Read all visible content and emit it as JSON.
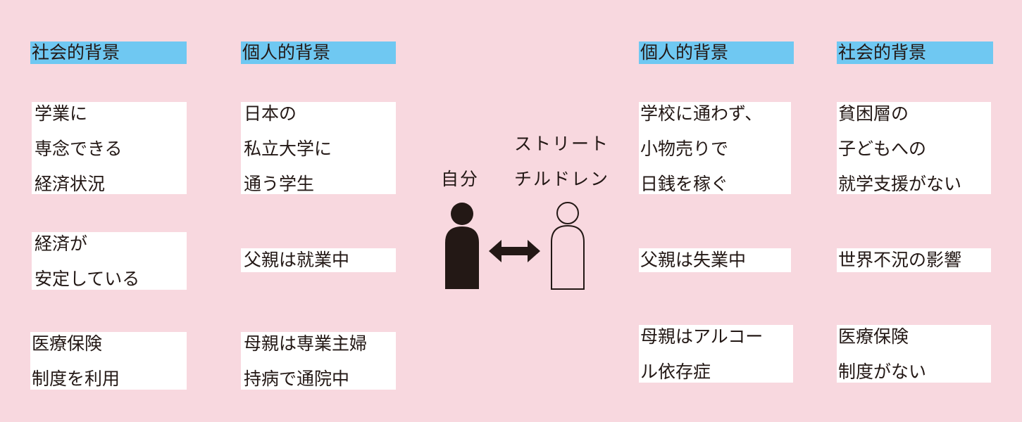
{
  "left": {
    "social_header": "社会的背景",
    "personal_header": "個人的背景",
    "social_items": [
      [
        "学業に",
        "専念できる",
        "経済状況"
      ],
      [
        "経済が",
        "安定している"
      ],
      [
        "医療保険",
        "制度を利用"
      ]
    ],
    "personal_items": [
      [
        "日本の",
        "私立大学に",
        "通う学生"
      ],
      [
        "父親は就業中"
      ],
      [
        "母親は専業主婦",
        "持病で通院中"
      ]
    ]
  },
  "center": {
    "self_label": "自分",
    "street_children_label": [
      "ストリート",
      "チルドレン"
    ],
    "self_color": "#231815",
    "other_outline_color": "#231815"
  },
  "right": {
    "personal_header": "個人的背景",
    "social_header": "社会的背景",
    "personal_items": [
      [
        "学校に通わず、",
        "小物売りで",
        "日銭を稼ぐ"
      ],
      [
        "父親は失業中"
      ],
      [
        "母親はアルコー",
        "ル依存症"
      ]
    ],
    "social_items": [
      [
        "貧困層の",
        "子どもへの",
        "就学支援がない"
      ],
      [
        "世界不況の影響"
      ],
      [
        "医療保険",
        "制度がない"
      ]
    ]
  },
  "colors": {
    "background": "#f8d8df",
    "header": "#6fc8f2",
    "box": "#ffffff",
    "text": "#231815"
  }
}
